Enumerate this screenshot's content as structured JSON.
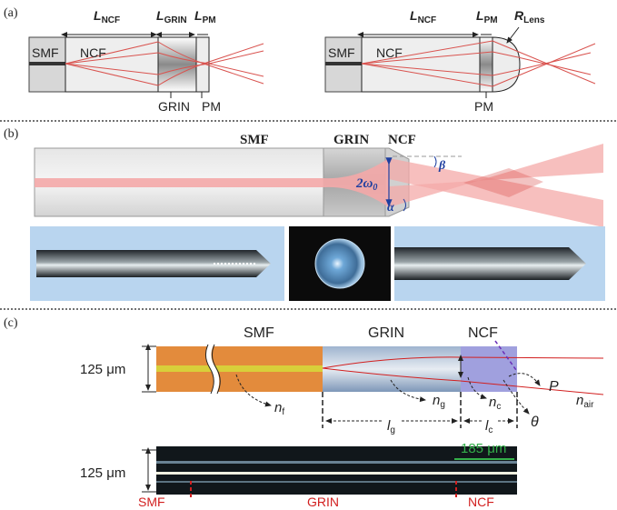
{
  "panels": {
    "a": {
      "label": "(a)",
      "left": {
        "smf": "SMF",
        "ncf": "NCF",
        "grin": "GRIN",
        "pm": "PM",
        "l_ncf": {
          "main": "L",
          "sub": "NCF"
        },
        "l_grin": {
          "main": "L",
          "sub": "GRIN"
        },
        "l_pm": {
          "main": "L",
          "sub": "PM"
        }
      },
      "right": {
        "smf": "SMF",
        "ncf": "NCF",
        "pm": "PM",
        "l_ncf": {
          "main": "L",
          "sub": "NCF"
        },
        "l_pm": {
          "main": "L",
          "sub": "PM"
        },
        "r_lens": {
          "main": "R",
          "sub": "Lens"
        }
      }
    },
    "b": {
      "label": "(b)",
      "smf": "SMF",
      "grin": "GRIN",
      "ncf": "NCF",
      "waist": {
        "main": "2ω",
        "sub": "0"
      },
      "beta": "β",
      "alpha": "α"
    },
    "c": {
      "label": "(c)",
      "smf": "SMF",
      "grin": "GRIN",
      "ncf": "NCF",
      "diameter_top": "125 μm",
      "diameter_bottom": "125 μm",
      "n_f": {
        "main": "n",
        "sub": "f"
      },
      "n_g": {
        "main": "n",
        "sub": "g"
      },
      "n_c": {
        "main": "n",
        "sub": "c"
      },
      "n_air": {
        "main": "n",
        "sub": "air"
      },
      "l_g": {
        "main": "l",
        "sub": "g"
      },
      "l_c": {
        "main": "l",
        "sub": "c"
      },
      "p": "P",
      "theta": "θ",
      "scale": "185 μm",
      "photo_smf": "SMF",
      "photo_grin": "GRIN",
      "photo_ncf": "NCF"
    }
  },
  "colors": {
    "ray_red": "#d9534f",
    "beam_pink": "#f4a9a8",
    "dimension_blue": "#1f3fa0",
    "smf_orange": "#e38b3c",
    "core_yellow": "#d8cf3a",
    "ncf_purple": "#8f8fd8",
    "photo_red": "#d21f1f",
    "scale_green": "#34b04a",
    "microscope_blue": "#b9d5ef"
  }
}
